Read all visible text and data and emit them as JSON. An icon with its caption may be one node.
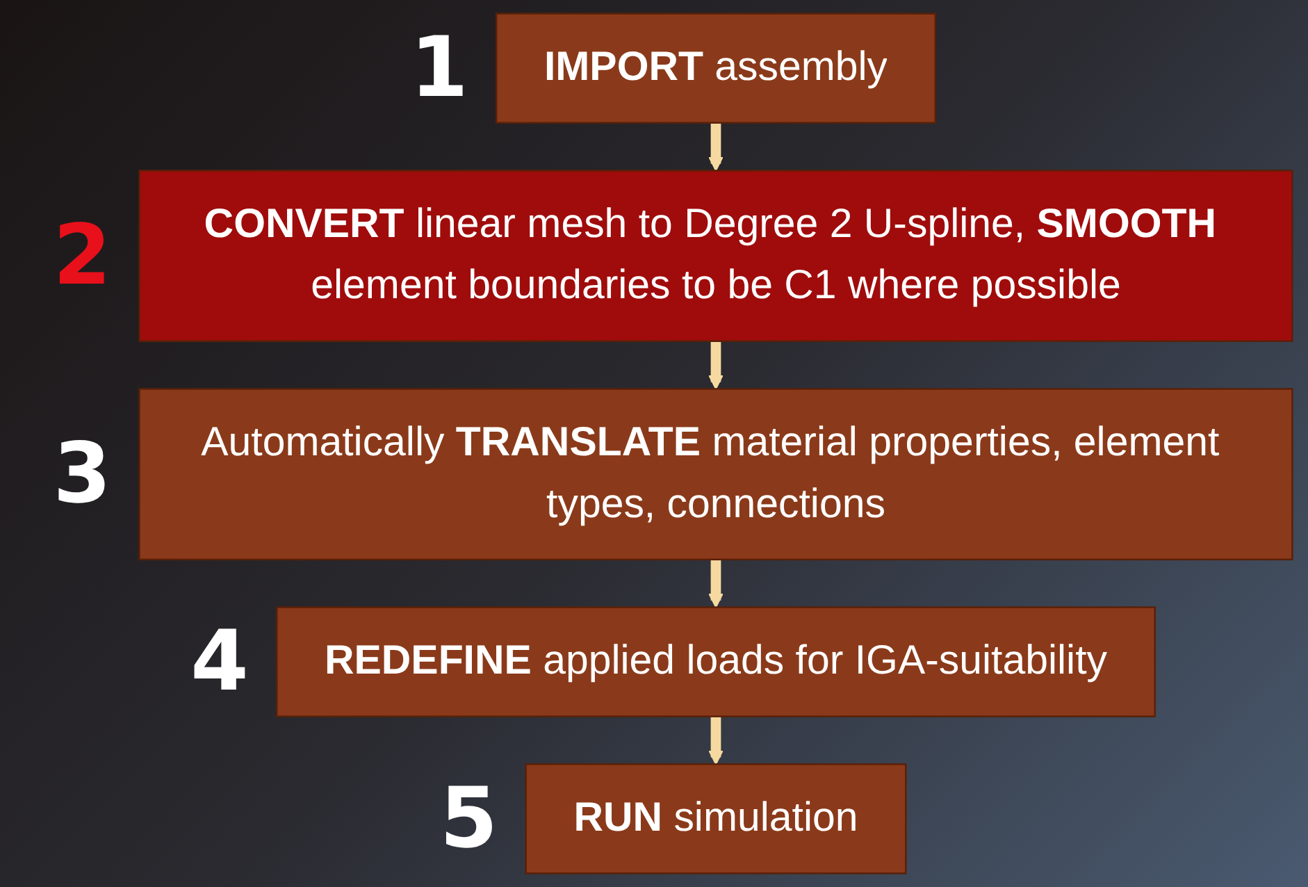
{
  "diagram": {
    "nodes": [
      {
        "text": [
          "**IMPORT** assembly"
        ],
        "beside": [
          "1"
        ]
      },
      {
        "text": [
          "**CONVERT** linear mesh to Degree 2 U-spline, **SMOOTH** element boundaries to be C1 where possible"
        ],
        "beside": [
          "2"
        ]
      },
      {
        "text": [
          "Automatically **TRANSLATE** material properties, element types, connections"
        ],
        "beside": [
          "3"
        ]
      },
      {
        "text": [
          "**REDEFINE** applied loads for IGA-suitability"
        ],
        "beside": [
          "4"
        ]
      },
      {
        "text": [
          "**RUN** simulation"
        ],
        "beside": [
          "5"
        ]
      }
    ],
    "edges": [
      {
        "from": 0,
        "to": 1,
        "arrow": "to"
      },
      {
        "from": 1,
        "to": 2,
        "arrow": "to"
      },
      {
        "from": 2,
        "to": 3,
        "arrow": "to"
      },
      {
        "from": 3,
        "to": 4,
        "arrow": "to"
      }
    ]
  }
}
